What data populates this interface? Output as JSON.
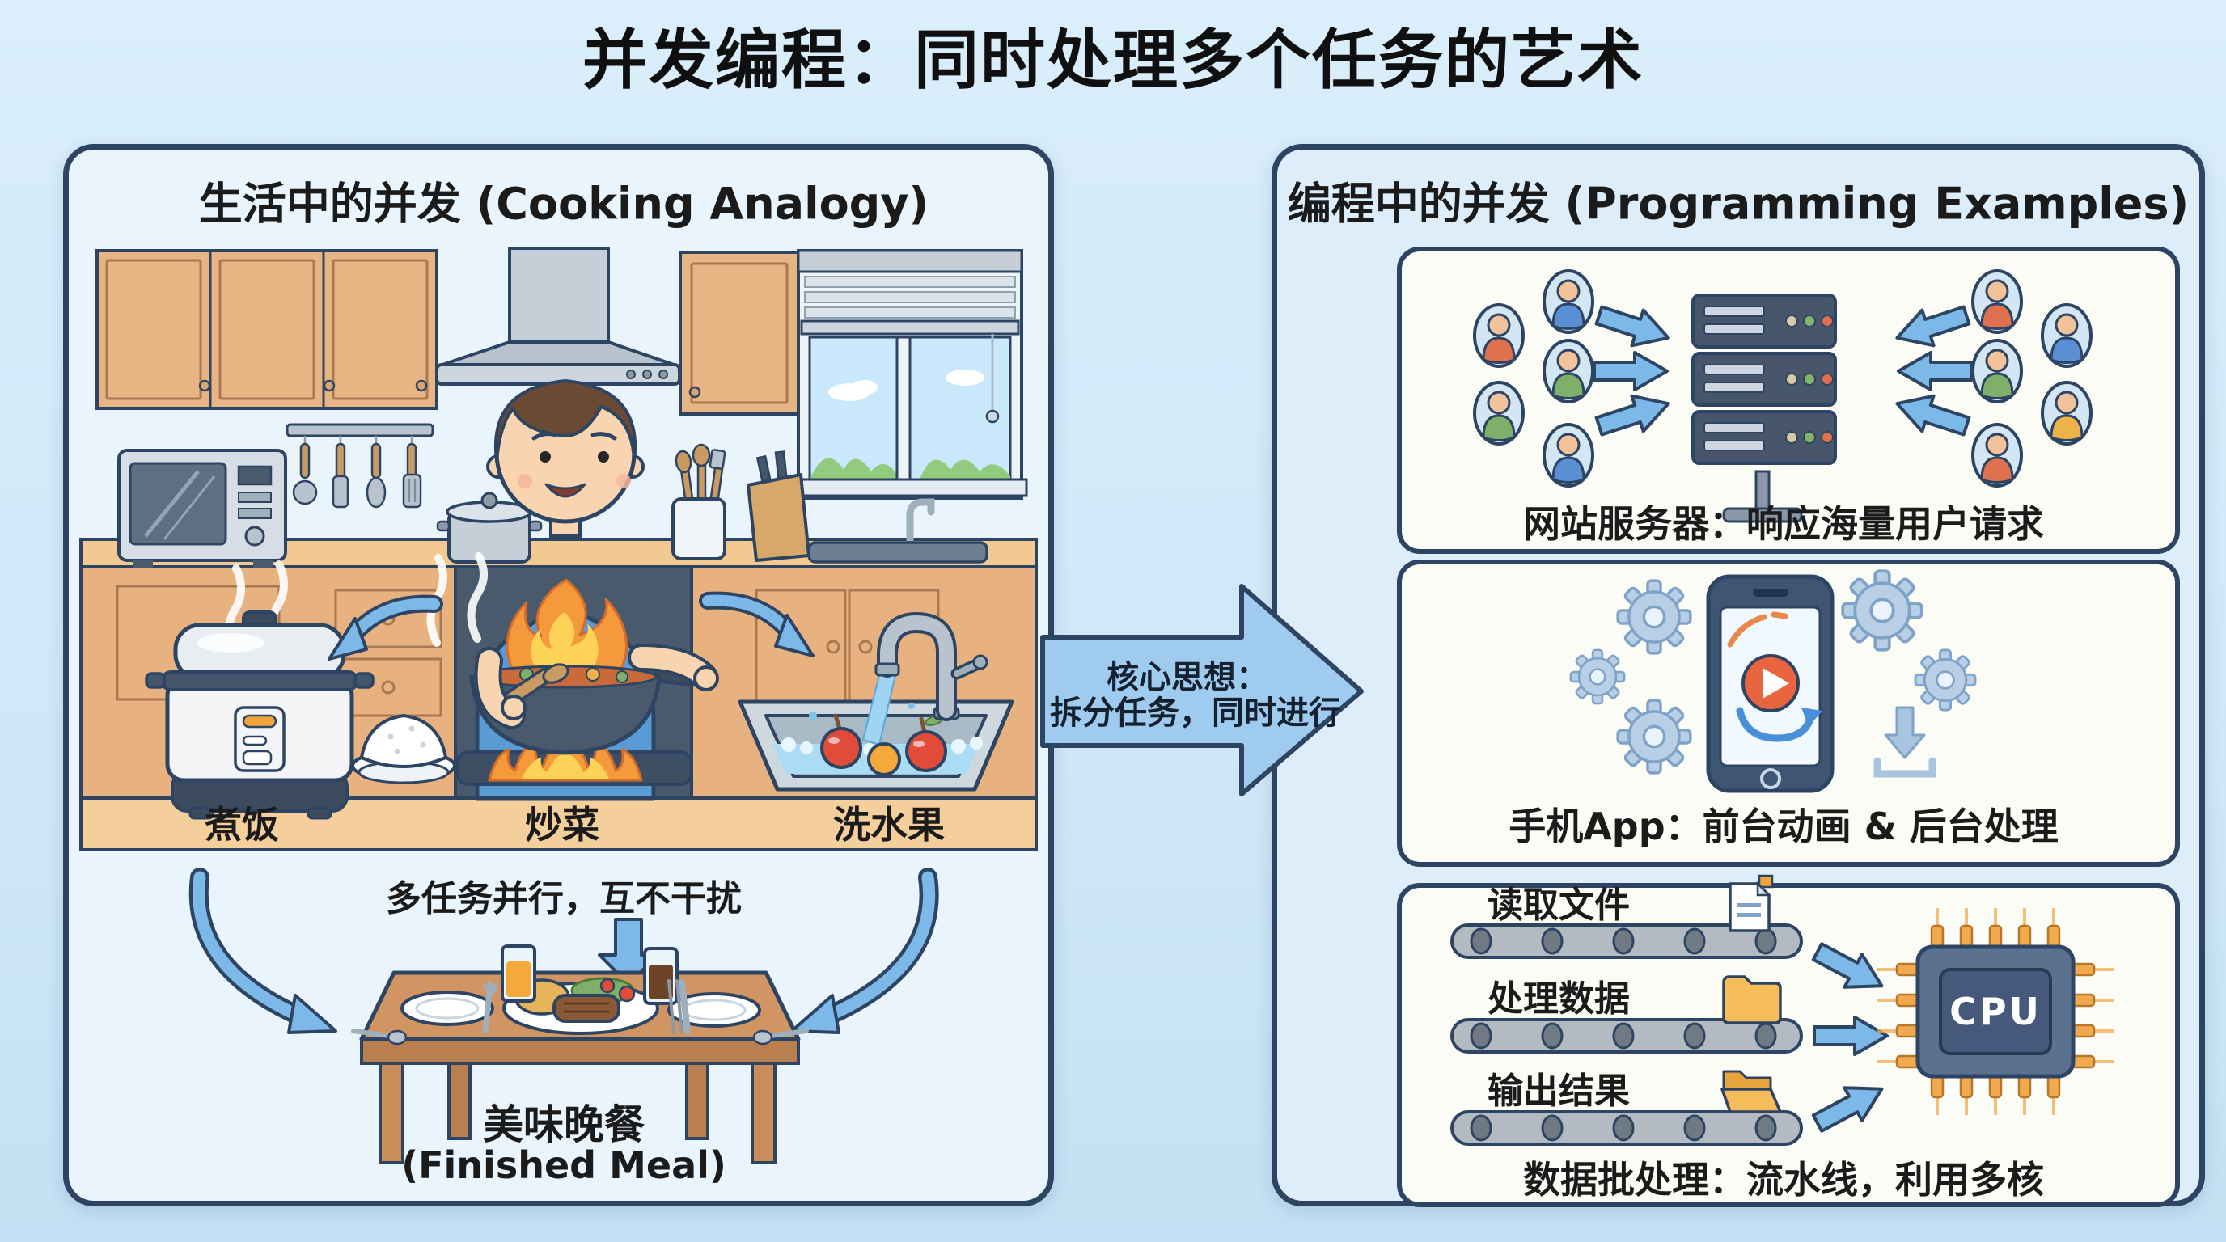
{
  "title": "并发编程：同时处理多个任务的艺术",
  "left_panel": {
    "header": "生活中的并发 (Cooking Analogy)",
    "tasks": {
      "rice": "煮饭",
      "stirfry": "炒菜",
      "fruit": "洗水果"
    },
    "parallel_note": "多任务并行，互不干扰",
    "meal_zh": "美味晚餐",
    "meal_en": "(Finished Meal)"
  },
  "core_arrow": {
    "line1": "核心思想：",
    "line2": "拆分任务，同时进行"
  },
  "right_panel": {
    "header": "编程中的并发 (Programming Examples)",
    "examples": {
      "web_server": {
        "caption": "网站服务器：响应海量用户请求"
      },
      "mobile_app": {
        "caption": "手机App：前台动画 & 后台处理"
      },
      "batch": {
        "caption": "数据批处理：流水线，利用多核",
        "steps": {
          "read": "读取文件",
          "process": "处理数据",
          "output": "输出结果"
        },
        "cpu_label": "CPU"
      }
    }
  },
  "colors": {
    "page-bg": "#cfe7f8",
    "panel-bg": "#e9f4fc",
    "panel2-bg": "#ddeefa",
    "outline": "#2d4563",
    "box-bg": "#fcfcf7",
    "arrow-fill": "#9ecbee",
    "arrow-accent": "#7cb9e8",
    "wood": "#e9b483",
    "counter": "#f3c992",
    "table": "#d19463",
    "flame-orange": "#f59a3c",
    "flame-yellow": "#fcd257",
    "cpu-pin": "#f2a94e",
    "folder-yellow": "#f6bc5a",
    "gear-blue": "#b9cfe6",
    "server-body": "#47566b",
    "text": "#1b1b1b"
  }
}
